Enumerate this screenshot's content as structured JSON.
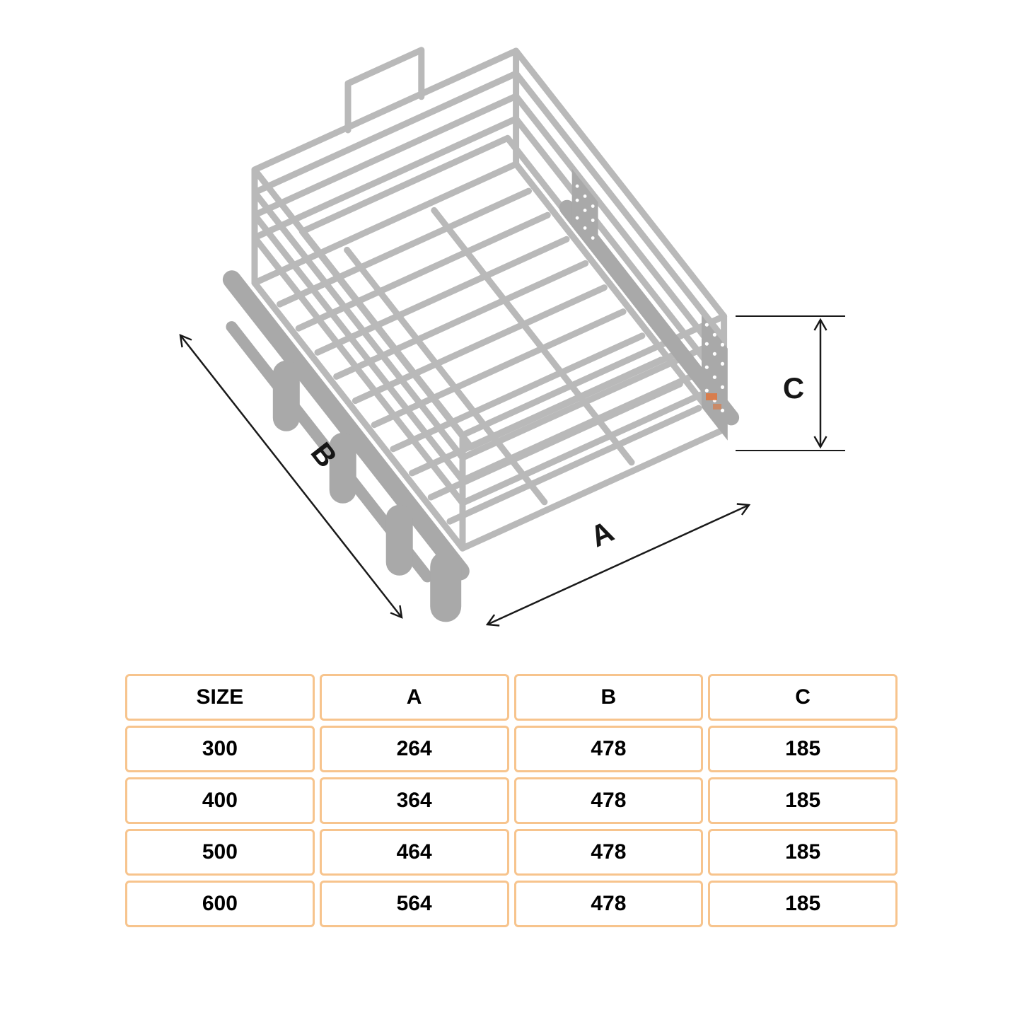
{
  "diagram": {
    "labels": {
      "a": "A",
      "b": "B",
      "c": "C"
    },
    "colors": {
      "wire": "#b9b9b9",
      "solid": "#a9a9a9",
      "dimension": "#1a1a1a",
      "accent": "#e0763d"
    }
  },
  "table": {
    "border_color": "#f7c48d",
    "headers": [
      "SIZE",
      "A",
      "B",
      "C"
    ],
    "rows": [
      [
        "300",
        "264",
        "478",
        "185"
      ],
      [
        "400",
        "364",
        "478",
        "185"
      ],
      [
        "500",
        "464",
        "478",
        "185"
      ],
      [
        "600",
        "564",
        "478",
        "185"
      ]
    ]
  }
}
